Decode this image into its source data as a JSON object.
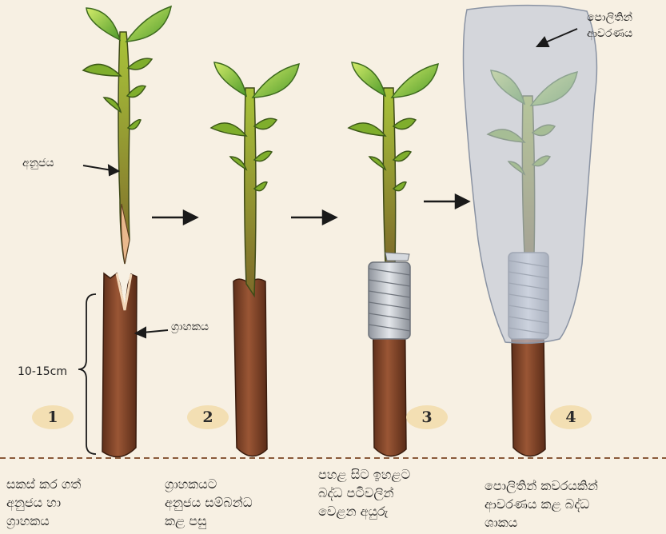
{
  "labels": {
    "scion": "අනුජය",
    "rootstock": "ග්‍රාහකය",
    "length": "10-15cm",
    "polythene_cover": [
      "පොලිතින්",
      "ආවරණය"
    ]
  },
  "steps": [
    {
      "number": "1",
      "caption": [
        "සකස් කර ගත්",
        "අනුජය හා",
        "ග්‍රාහකය"
      ]
    },
    {
      "number": "2",
      "caption": [
        "ග්‍රාහකයට",
        "අනුජය සම්බන්ධ",
        "කළ පසු"
      ]
    },
    {
      "number": "3",
      "caption": [
        "පහළ සිට ඉහළට",
        "බද්ධ පටිවලින්",
        "වෙළන අයුරු"
      ]
    },
    {
      "number": "4",
      "caption": [
        "පොලිතින් කවරයකින්",
        "ආවරණය කළ බද්ධ",
        "ශාකය"
      ]
    }
  ],
  "colors": {
    "background": "#f7f0e3",
    "bark": "#8a4a2c",
    "stem": "#8fa032",
    "leaf": "#7fbf3a",
    "tape": "#b8bcc2",
    "cover": "#c9d0dd",
    "badge": "#f3dfb3",
    "divider": "#8a5a3a"
  }
}
